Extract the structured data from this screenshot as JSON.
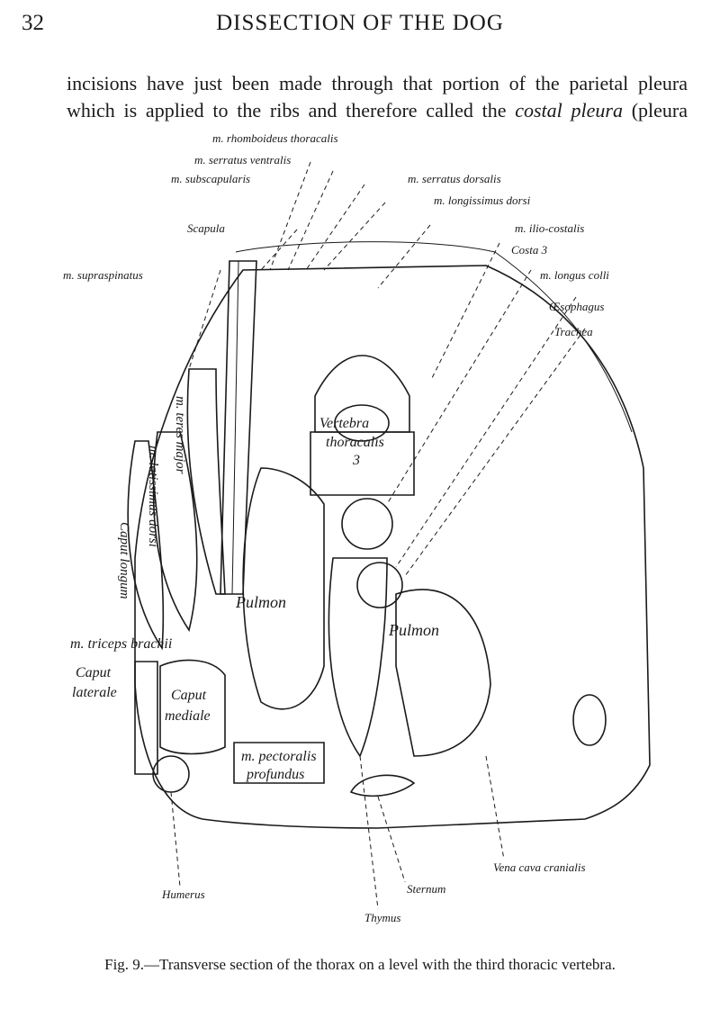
{
  "page": {
    "number": "32",
    "running_head": "DISSECTION OF THE DOG"
  },
  "body_text": {
    "part1": "incisions have just been made through that portion of the parietal pleura which is applied to the ribs and therefore called the ",
    "italic": "costal pleura",
    "part2": " (pleura"
  },
  "figure": {
    "labels": {
      "rhomboideus": "m. rhomboideus thoracalis",
      "serratus_ventralis": "m. serratus ventralis",
      "subscapularis": "m. subscapularis",
      "serratus_dorsalis": "m. serratus dorsalis",
      "longissimus": "m. longissimus dorsi",
      "scapula": "Scapula",
      "iliocostalis": "m. ilio-costalis",
      "costa": "Costa 3",
      "supraspinatus": "m. supraspinatus",
      "longus_colli": "m. longus colli",
      "oesophagus": "Œsophagus",
      "trachea": "Trachea",
      "teres_major": "m. teres major",
      "latissimus": "m. latissimus dorsi",
      "caput_longum": "Caput longum",
      "vertebra_1": "Vertebra",
      "vertebra_2": "thoracalis",
      "vertebra_3": "3",
      "pulmon_left": "Pulmon",
      "pulmon_right": "Pulmon",
      "triceps": "m. triceps brachii",
      "caput_laterale_1": "Caput",
      "caput_laterale_2": "laterale",
      "caput_mediale_1": "Caput",
      "caput_mediale_2": "mediale",
      "pectoralis_1": "m. pectoralis",
      "pectoralis_2": "profundus",
      "vena_cava": "Vena cava cranialis",
      "humerus": "Humerus",
      "sternum": "Sternum",
      "thymus": "Thymus"
    }
  },
  "caption": "Fig. 9.—Transverse section of the thorax on a level with the third thoracic vertebra."
}
